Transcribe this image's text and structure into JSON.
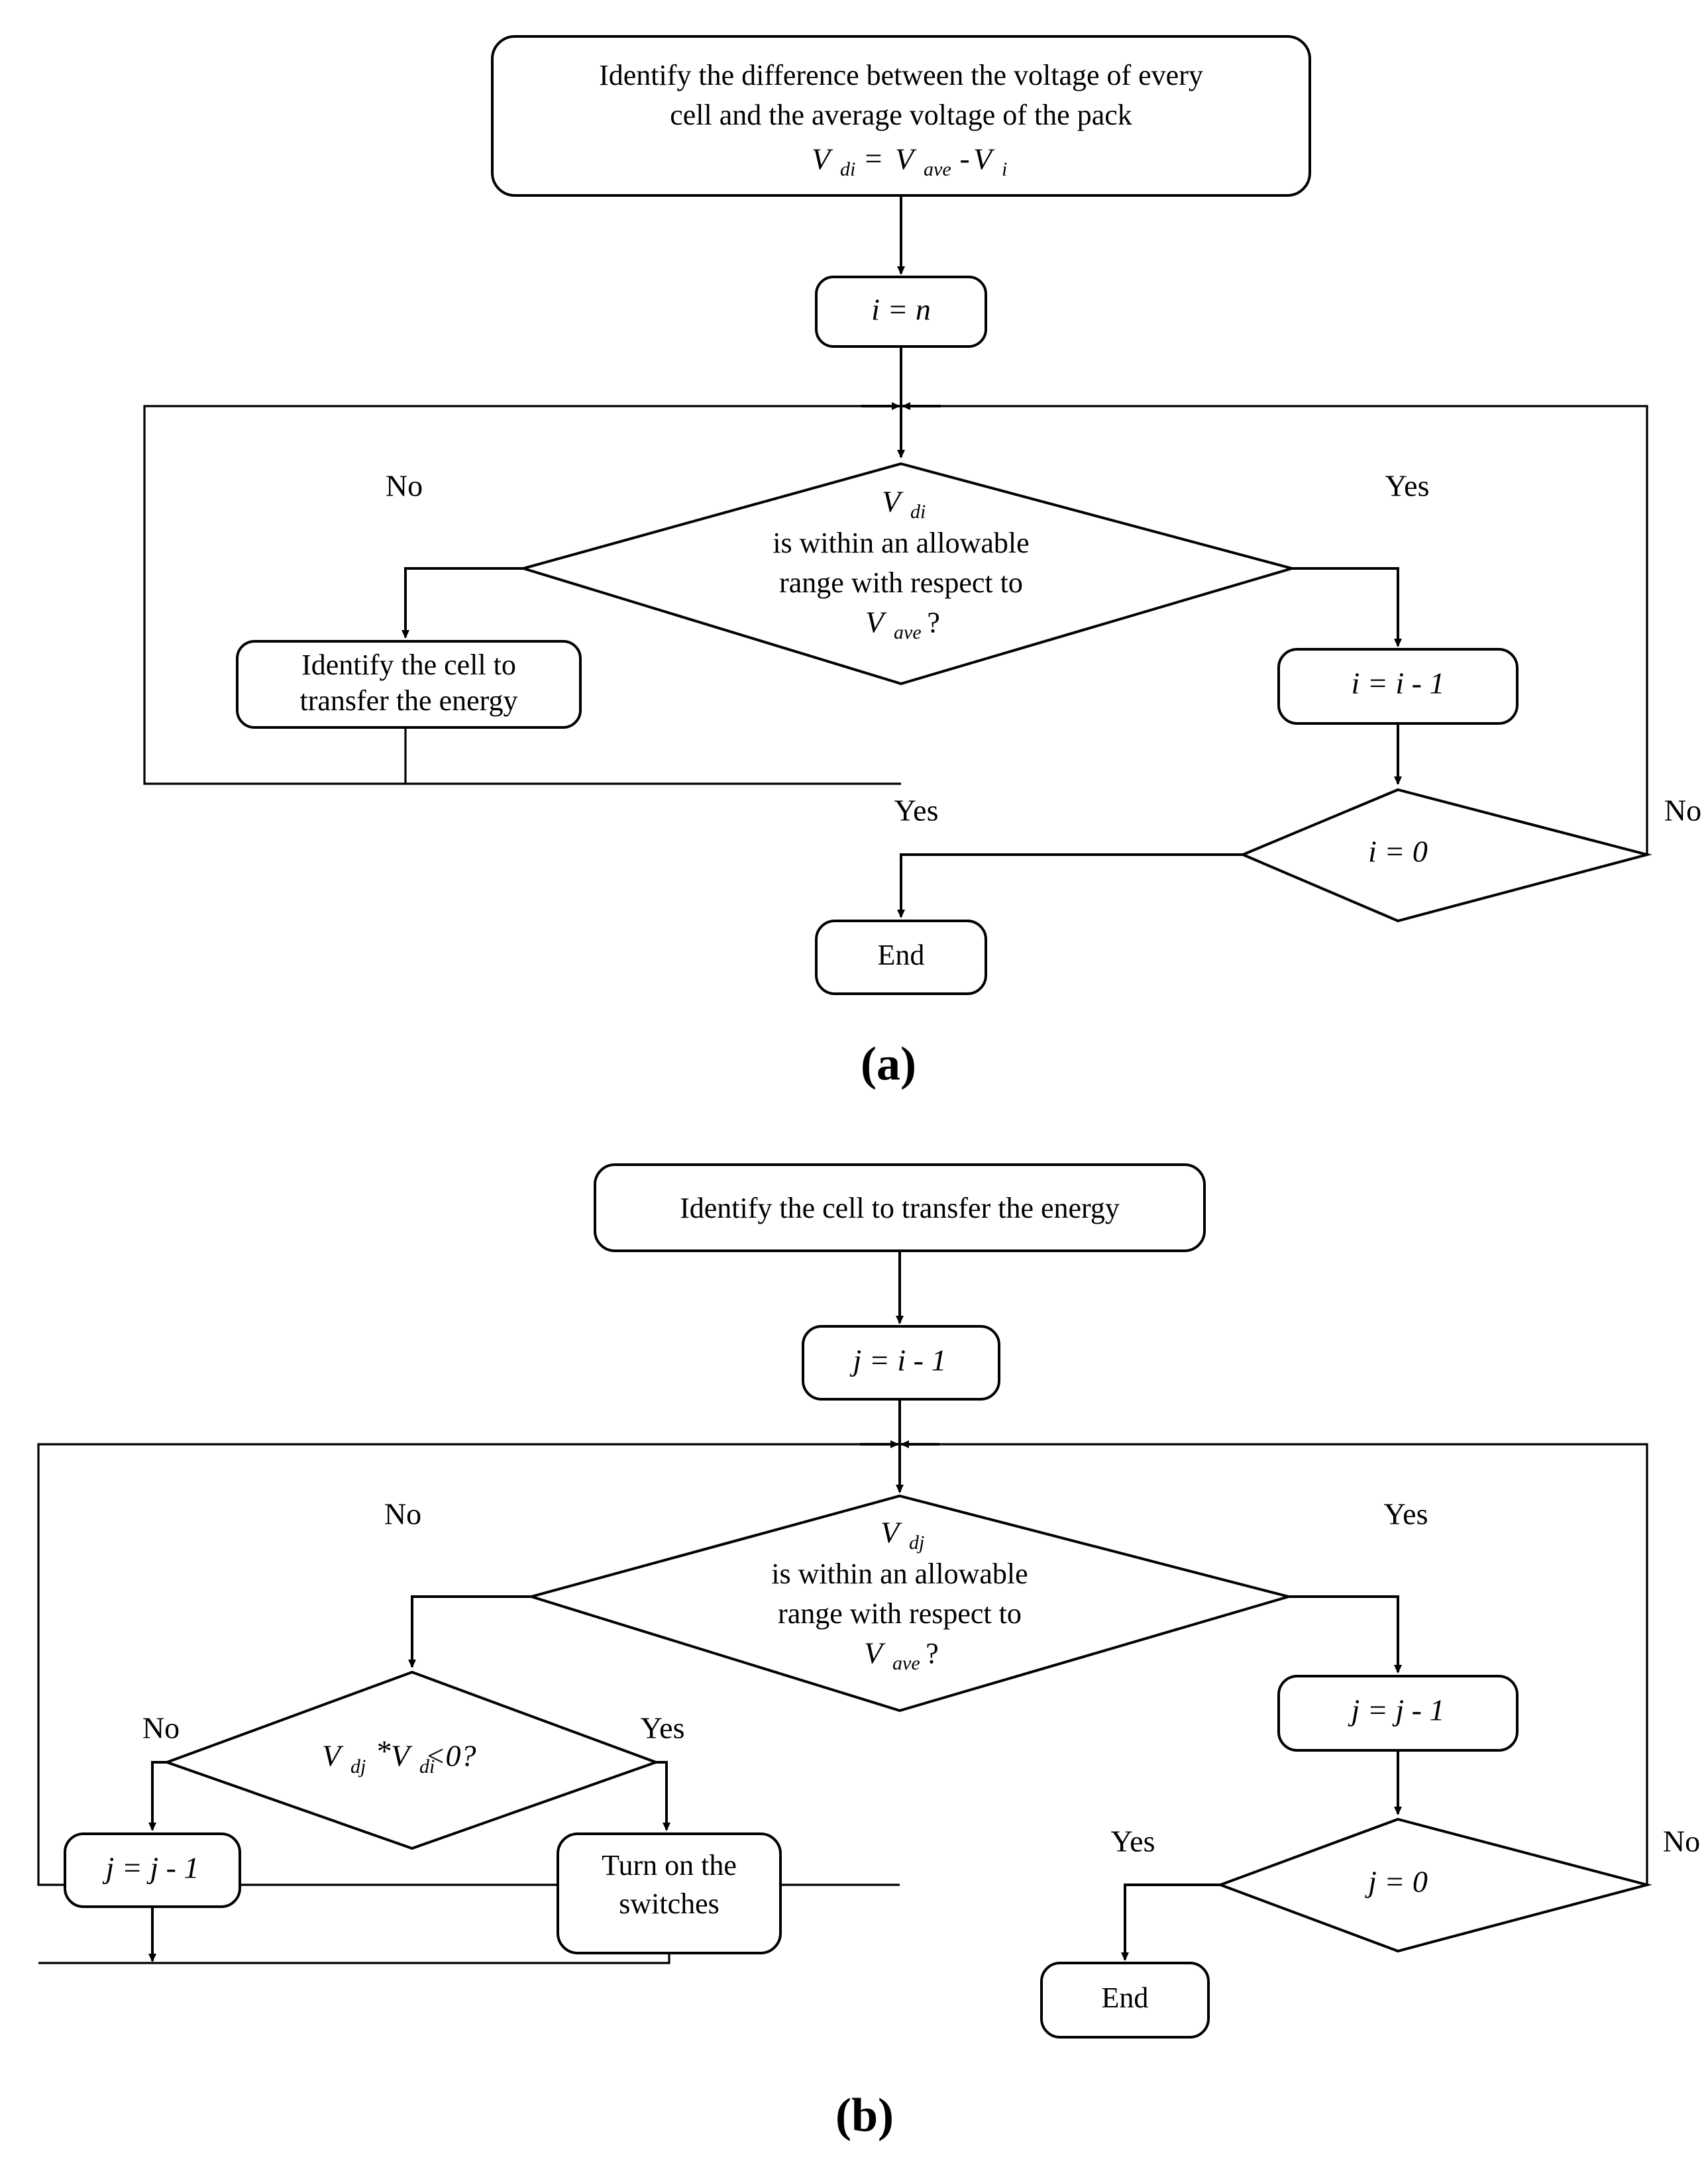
{
  "figure": {
    "type": "flowchart",
    "panels": [
      {
        "id": "a",
        "caption": "(a)",
        "nodes": [
          {
            "id": "a-start",
            "shape": "rounded-rect",
            "lines": [
              "Identify the difference between the voltage of every",
              "cell and the average voltage of the pack"
            ],
            "formula": {
              "lhs": "V",
              "lhs_sub": "di",
              "op1": "=",
              "rhs1": "V",
              "rhs1_sub": "ave",
              "op2": "-",
              "rhs2": "V",
              "rhs2_sub": "i"
            }
          },
          {
            "id": "a-init",
            "shape": "rounded-rect",
            "text": "i = n"
          },
          {
            "id": "a-decision1",
            "shape": "diamond",
            "lines": [
              "V",
              "is within an allowable",
              "range with respect to",
              "V"
            ],
            "var_top": "V",
            "var_top_sub": "di",
            "line2": "is within an allowable",
            "line3": "range with respect to",
            "var_bot": "V",
            "var_bot_sub": "ave",
            "var_bot_suffix": "?"
          },
          {
            "id": "a-identify-cell",
            "shape": "rounded-rect",
            "lines": [
              "Identify the cell to",
              "transfer the energy"
            ]
          },
          {
            "id": "a-decrement",
            "shape": "rounded-rect",
            "text": "i = i - 1"
          },
          {
            "id": "a-decision2",
            "shape": "diamond",
            "text": "i = 0"
          },
          {
            "id": "a-end",
            "shape": "rounded-rect",
            "text": "End"
          }
        ],
        "edge_labels": {
          "d1_no": "No",
          "d1_yes": "Yes",
          "d2_yes": "Yes",
          "d2_no": "No"
        }
      },
      {
        "id": "b",
        "caption": "(b)",
        "nodes": [
          {
            "id": "b-start",
            "shape": "rounded-rect",
            "text": "Identify the cell to transfer the energy"
          },
          {
            "id": "b-init",
            "shape": "rounded-rect",
            "text": "j = i - 1"
          },
          {
            "id": "b-decision1",
            "shape": "diamond",
            "var_top": "V",
            "var_top_sub": "dj",
            "line2": "is within an allowable",
            "line3": "range with respect to",
            "var_bot": "V",
            "var_bot_sub": "ave",
            "var_bot_suffix": "?"
          },
          {
            "id": "b-decision-sign",
            "shape": "diamond",
            "formula": {
              "a": "V",
              "a_sub": "dj",
              "star": "*",
              "b": "V",
              "b_sub": "di",
              "cmp": "<0?"
            }
          },
          {
            "id": "b-decrement-left",
            "shape": "rounded-rect",
            "text": "j = j - 1"
          },
          {
            "id": "b-switches",
            "shape": "rounded-rect",
            "lines": [
              "Turn on the",
              "switches"
            ]
          },
          {
            "id": "b-decrement-right",
            "shape": "rounded-rect",
            "text": "j = j - 1"
          },
          {
            "id": "b-decision2",
            "shape": "diamond",
            "text": "j = 0"
          },
          {
            "id": "b-end",
            "shape": "rounded-rect",
            "text": "End"
          }
        ],
        "edge_labels": {
          "d1_no": "No",
          "d1_yes": "Yes",
          "sign_no": "No",
          "sign_yes": "Yes",
          "d2_yes": "Yes",
          "d2_no": "No"
        }
      }
    ],
    "colors": {
      "stroke": "#000000",
      "fill": "#ffffff",
      "background": "#ffffff"
    }
  }
}
